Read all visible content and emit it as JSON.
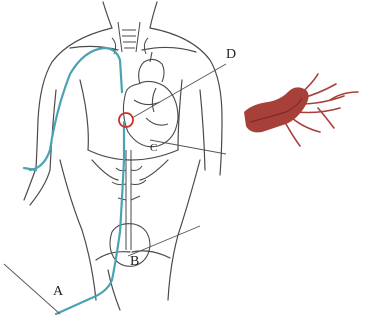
{
  "labels": {
    "a": "A",
    "b": "B",
    "c": "C",
    "d": "D"
  },
  "icons": {
    "body": "human-torso-outline-icon",
    "catheter": "catheter-path-icon",
    "heart": "heart-icon",
    "inset": "coronary-artery-inset-icon"
  },
  "colors": {
    "outline": "#4a4a4a",
    "catheter": "#4aa3b3",
    "artery": "#a8403a",
    "artery_dark": "#7f2a26",
    "highlight": "#c7332c",
    "pointer": "#555555"
  }
}
